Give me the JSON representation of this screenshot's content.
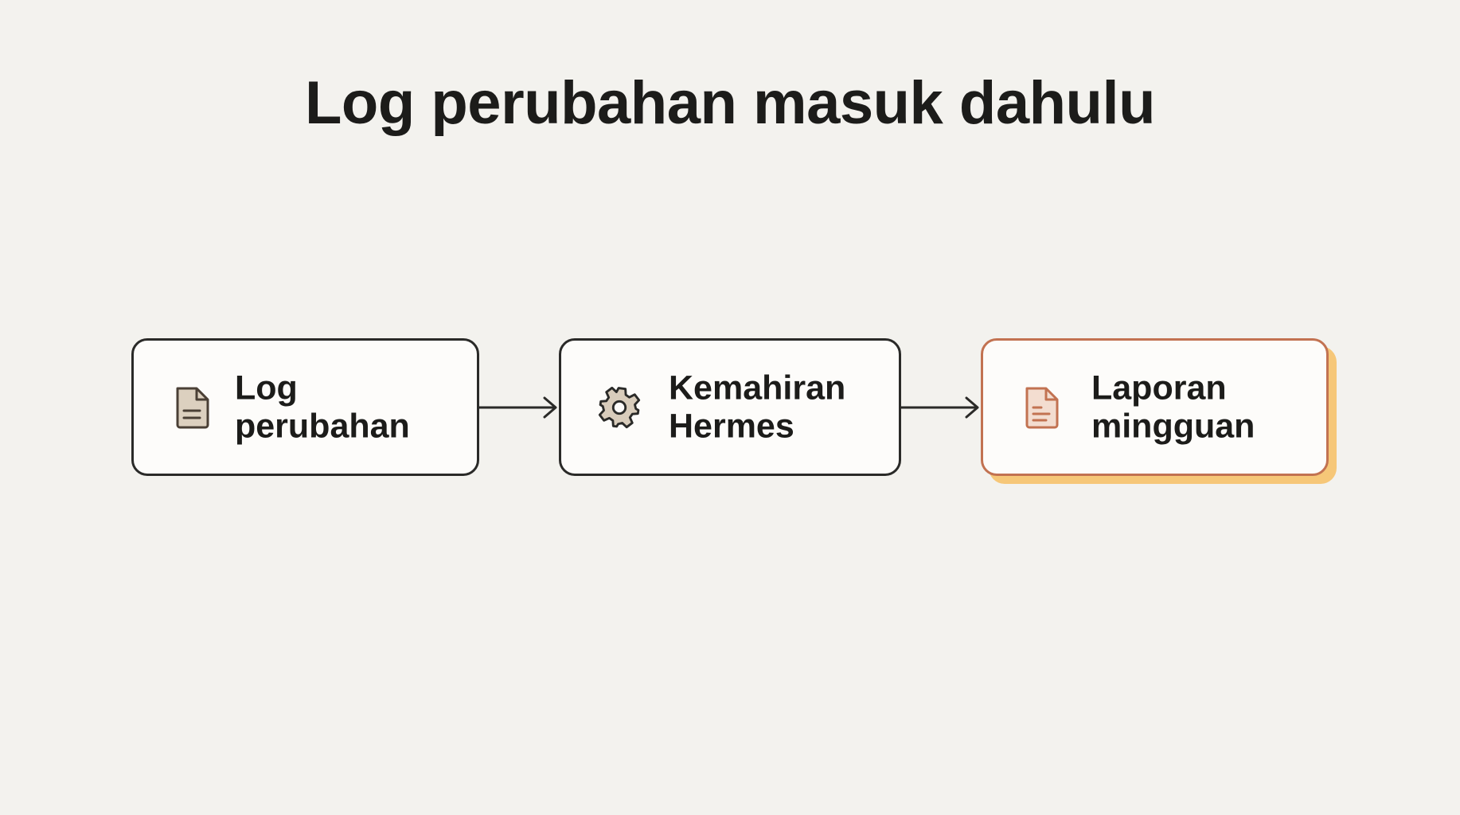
{
  "title": "Log perubahan masuk dahulu",
  "nodes": [
    {
      "label": "Log\nperubahan",
      "icon": "document-icon",
      "icon_color": "#5b4a3b",
      "icon_fill": "#dcd0bf"
    },
    {
      "label": "Kemahiran\nHermes",
      "icon": "gear-icon",
      "icon_color": "#2a2a28",
      "icon_fill": "#d8ccbb"
    },
    {
      "label": "Laporan\nmingguan",
      "icon": "document-icon",
      "icon_color": "#c27251",
      "icon_fill": "#f3ddd0",
      "highlighted": true
    }
  ],
  "colors": {
    "background": "#f3f2ee",
    "node_border": "#2a2a28",
    "highlight_border": "#c27251",
    "highlight_shadow": "#f6c778"
  }
}
